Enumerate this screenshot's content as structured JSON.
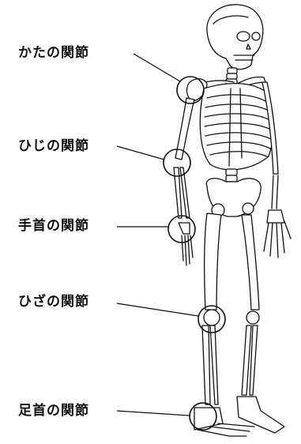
{
  "diagram": {
    "labels": [
      {
        "id": "shoulder",
        "text": "かたの関節"
      },
      {
        "id": "elbow",
        "text": "ひじの関節"
      },
      {
        "id": "wrist",
        "text": "手首の関節"
      },
      {
        "id": "knee",
        "text": "ひざの関節"
      },
      {
        "id": "ankle",
        "text": "足首の関節"
      }
    ],
    "colors": {
      "line": "#111111",
      "bone_fill": "#ffffff",
      "background": "#ffffff"
    }
  }
}
